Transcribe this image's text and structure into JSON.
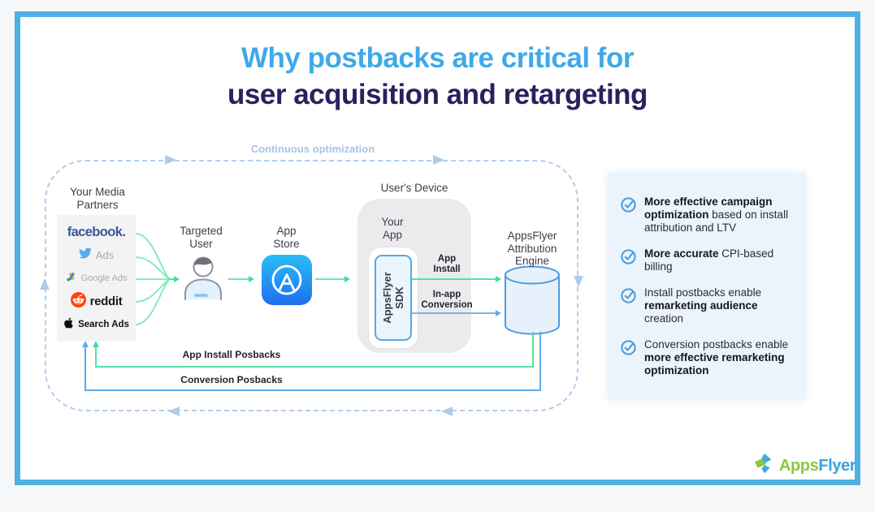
{
  "title": {
    "line1": "Why postbacks are critical for",
    "line2": "user acquisition and retargeting"
  },
  "diagram": {
    "loop_label": "Continuous optimization",
    "media_partners": {
      "label_line1": "Your Media",
      "label_line2": "Partners",
      "facebook": "facebook.",
      "twitter": "Ads",
      "google": "Google Ads",
      "reddit": "reddit",
      "apple": "Search Ads"
    },
    "targeted_user": {
      "label_line1": "Targeted",
      "label_line2": "User"
    },
    "app_store": {
      "label_line1": "App",
      "label_line2": "Store"
    },
    "users_device": {
      "label": "User's Device",
      "your_app_line1": "Your",
      "your_app_line2": "App",
      "sdk_line1": "AppsFlyer",
      "sdk_line2": "SDK"
    },
    "attribution_engine": {
      "label_line1": "AppsFlyer",
      "label_line2": "Attribution",
      "label_line3": "Engine"
    },
    "flows": {
      "app_install_line1": "App",
      "app_install_line2": "Install",
      "inapp_line1": "In-app",
      "inapp_line2": "Conversion",
      "install_postbacks": "App Install Posbacks",
      "conversion_postbacks": "Conversion Posbacks"
    }
  },
  "benefits": {
    "items": [
      {
        "segments": [
          {
            "t": "More effective campaign optimization",
            "b": true
          },
          {
            "t": " based on install attribution and LTV",
            "b": false
          }
        ]
      },
      {
        "segments": [
          {
            "t": "More accurate",
            "b": true
          },
          {
            "t": " CPI-based billing",
            "b": false
          }
        ]
      },
      {
        "segments": [
          {
            "t": "Install postbacks enable ",
            "b": false
          },
          {
            "t": "remarketing audience",
            "b": true
          },
          {
            "t": " creation",
            "b": false
          }
        ]
      },
      {
        "segments": [
          {
            "t": "Conversion postbacks enable ",
            "b": false
          },
          {
            "t": "more effective remarketing optimization",
            "b": true
          }
        ]
      }
    ]
  },
  "footer_logo": {
    "apps": "Apps",
    "flyer": "Flyer"
  },
  "colors": {
    "accent_blue": "#3FA9E9",
    "navy": "#29215E",
    "border_blue": "#4FB0E4",
    "dashed_loop": "#B3CDEB",
    "mint_green": "#41DE9C",
    "flow_blue": "#5FABE8",
    "panel_bg": "#EBF4FC",
    "logo_green": "#8DC63F",
    "logo_blue": "#3BA2DC"
  }
}
